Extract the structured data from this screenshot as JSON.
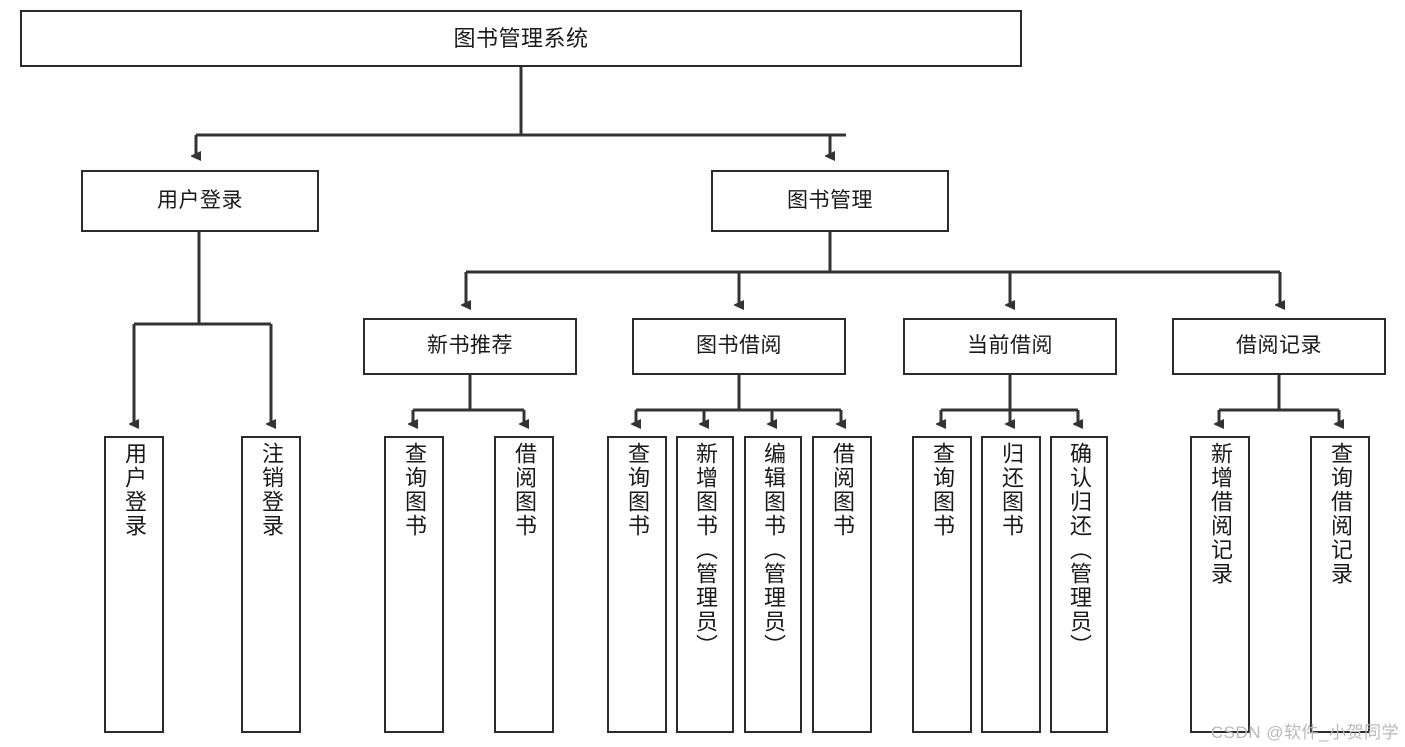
{
  "diagram": {
    "title": "图书管理系统",
    "type": "tree-hierarchy-chart",
    "colors": {
      "box_border": "#2b2b2b",
      "box_fill": "#ffffff",
      "connector": "#333333",
      "text": "#1a1a1a",
      "watermark": "#b9b9b9",
      "background": "#ffffff"
    },
    "root": {
      "label": "图书管理系统"
    },
    "level2": [
      {
        "label": "用户登录"
      },
      {
        "label": "图书管理"
      }
    ],
    "level3": [
      {
        "label": "新书推荐"
      },
      {
        "label": "图书借阅"
      },
      {
        "label": "当前借阅"
      },
      {
        "label": "借阅记录"
      }
    ],
    "leaves": {
      "user_login": [
        {
          "label": "用户登录"
        },
        {
          "label": "注销登录"
        }
      ],
      "new_book_recommend": [
        {
          "label": "查询图书"
        },
        {
          "label": "借阅图书"
        }
      ],
      "book_borrow": [
        {
          "label": "查询图书"
        },
        {
          "label": "新增图书（管理员）"
        },
        {
          "label": "编辑图书（管理员）"
        },
        {
          "label": "借阅图书"
        }
      ],
      "current_borrow": [
        {
          "label": "查询图书"
        },
        {
          "label": "归还图书"
        },
        {
          "label": "确认归还（管理员）"
        }
      ],
      "borrow_record": [
        {
          "label": "新增借阅记录"
        },
        {
          "label": "查询借阅记录"
        }
      ]
    },
    "watermark": "CSDN @软件_小贺同学"
  }
}
